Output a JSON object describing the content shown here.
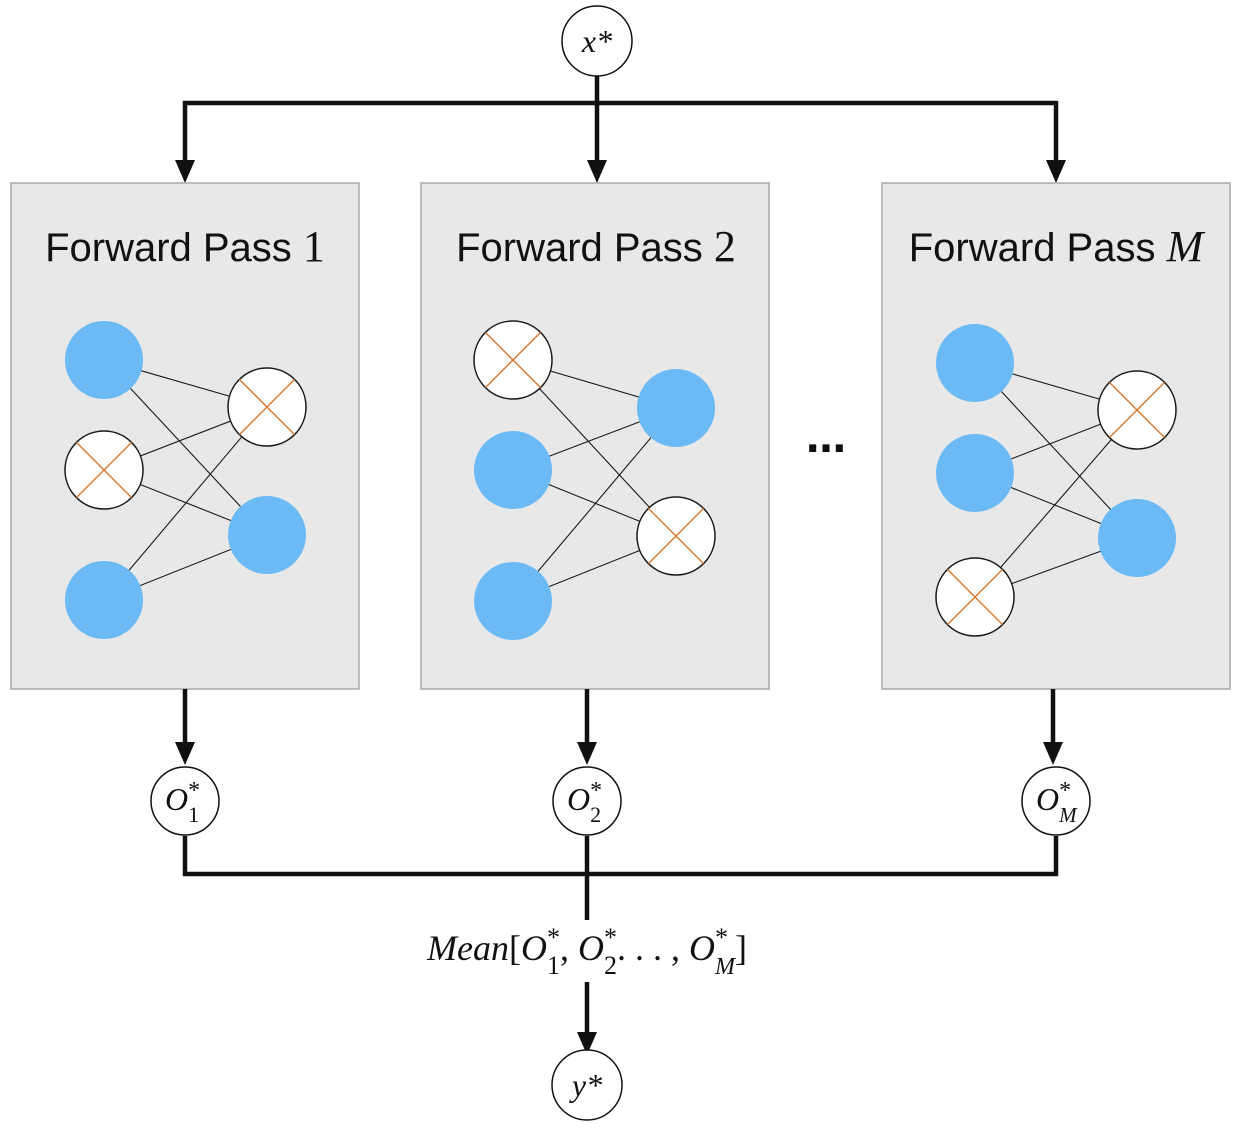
{
  "input_node": {
    "label": "x*"
  },
  "output_node": {
    "label": "y*"
  },
  "panels": [
    {
      "title_text": "Forward Pass ",
      "title_var": "1",
      "title_var_italic": false,
      "output": {
        "base": "O",
        "sup": "*",
        "sub": "1"
      }
    },
    {
      "title_text": "Forward Pass ",
      "title_var": "2",
      "title_var_italic": false,
      "output": {
        "base": "O",
        "sup": "*",
        "sub": "2"
      }
    },
    {
      "title_text": "Forward Pass ",
      "title_var": "M",
      "title_var_italic": true,
      "output": {
        "base": "O",
        "sup": "*",
        "sub": "M"
      }
    }
  ],
  "ellipsis": "…",
  "mean_label": {
    "func": "Mean",
    "open": "[",
    "terms": [
      {
        "base": "O",
        "sup": "*",
        "sub": "1"
      },
      {
        "base": "O",
        "sup": "*",
        "sub": "2"
      }
    ],
    "dots": ". . . ,",
    "last": {
      "base": "O",
      "sup": "*",
      "sub": "M"
    },
    "close": "]"
  },
  "colors": {
    "active_node": "#6cbaf5",
    "dropped_cross": "#d9782d",
    "panel_background": "#e8e8e8"
  }
}
